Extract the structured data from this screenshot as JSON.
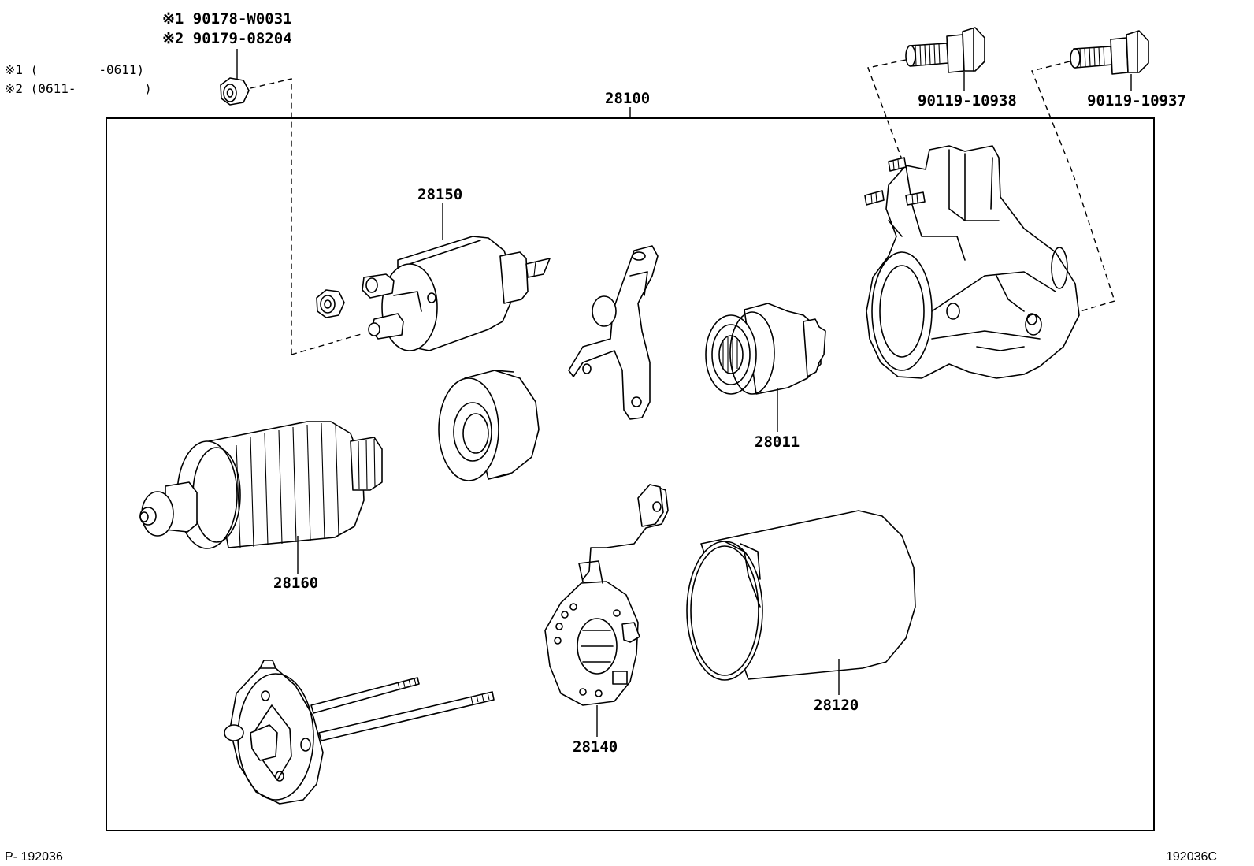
{
  "notes": {
    "nut_part_1": "※1 90178-W0031",
    "nut_part_2": "※2 90179-08204",
    "range_1": "※1 (        -0611)",
    "range_2": "※2 (0611-         )"
  },
  "labels": {
    "assembly": "28100",
    "solenoid": "28150",
    "armature": "28160",
    "clutch": "28011",
    "brush_holder": "28140",
    "yoke": "28120",
    "bolt_left": "90119-10938",
    "bolt_right": "90119-10937"
  },
  "footer": {
    "left": "P- 192036",
    "right": "192036C"
  }
}
